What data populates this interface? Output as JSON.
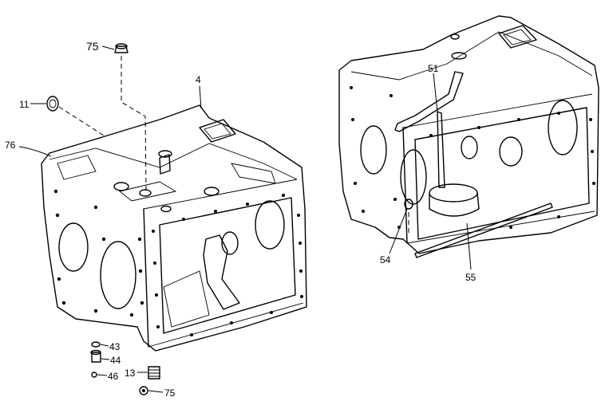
{
  "colors": {
    "housing_fill": "#f7dca8",
    "line": "#000000",
    "background": "#ffffff"
  },
  "callouts": {
    "c75_top": "75",
    "c4": "4",
    "c11": "11",
    "c76": "76",
    "c43": "43",
    "c44": "44",
    "c46": "46",
    "c13": "13",
    "c75_bottom": "75",
    "c51": "51",
    "c54": "54",
    "c55": "55"
  }
}
